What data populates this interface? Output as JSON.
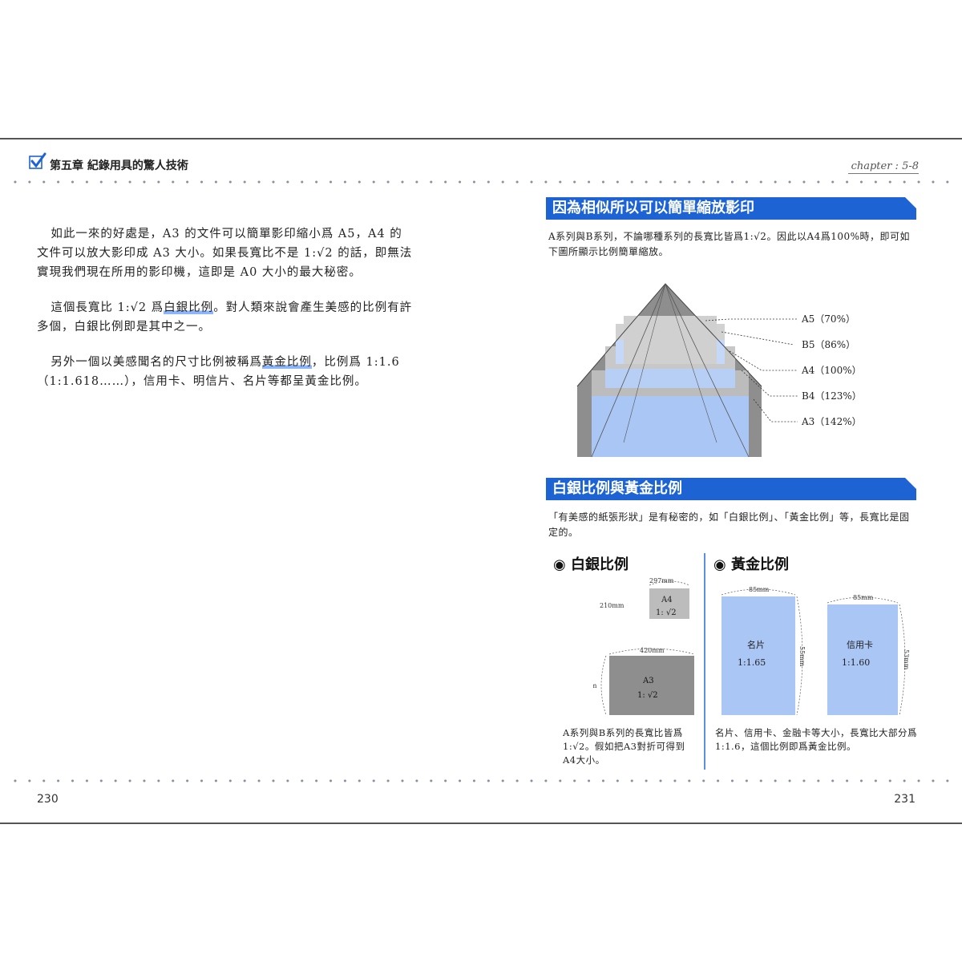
{
  "header": {
    "chapter_title": "第五章 紀錄用具的驚人技術",
    "chapter_number": "chapter : 5-8"
  },
  "left_page": {
    "paragraphs": [
      {
        "before": "如此一來的好處是，A3 的文件可以簡單影印縮小爲 A5，A4 的文件可以放大影印成 A3 大小。如果長寬比不是 1:√2 的話，即無法實現我們現在所用的影印機，這即是 A0 大小的最大秘密。",
        "highlight": "",
        "after": ""
      },
      {
        "before": "這個長寬比 1:√2 爲",
        "highlight": "白銀比例",
        "after": "。對人類來說會產生美感的比例有許多個，白銀比例即是其中之一。"
      },
      {
        "before": "另外一個以美感聞名的尺寸比例被稱爲",
        "highlight": "黃金比例",
        "after": "，比例爲 1:1.6（1:1.618……），信用卡、明信片、名片等都呈黃金比例。"
      }
    ],
    "page_number": "230"
  },
  "right_page": {
    "section1": {
      "title": "因為相似所以可以簡單縮放影印",
      "note": "A系列與B系列，不論哪種系列的長寬比皆爲1:√2。因此以A4爲100%時，即可如下圖所顯示比例簡單縮放。",
      "labels": [
        "A5（70%）",
        "B5（86%）",
        "A4（100%）",
        "B4（123%）",
        "A3（142%）"
      ]
    },
    "section2": {
      "title": "白銀比例與黃金比例",
      "note": "「有美感的紙張形狀」是有秘密的，如「白銀比例」、「黃金比例」等，長寬比是固定的。",
      "silver": {
        "title": "◉ 白銀比例",
        "a4": {
          "name": "A4",
          "ratio": "1: √2",
          "width": "297mm",
          "height": "210mm"
        },
        "a3": {
          "name": "A3",
          "ratio": "1: √2",
          "width": "420mm",
          "height": "297mm"
        },
        "caption": "A系列與B系列的長寬比皆爲1:√2。假如把A3對折可得到A4大小。"
      },
      "gold": {
        "title": "◉ 黃金比例",
        "card1": {
          "name": "名片",
          "ratio": "1:1.65",
          "width": "85mm",
          "height": "55mm"
        },
        "card2": {
          "name": "信用卡",
          "ratio": "1:1.60",
          "width": "85mm",
          "height": "53mm"
        },
        "caption": "名片、信用卡、金融卡等大小，長寬比大部分爲1:1.6，這個比例即爲黃金比例。"
      }
    },
    "page_number": "231"
  },
  "colors": {
    "banner_blue": "#1d63d4",
    "paper_blue": "#a9c6f5",
    "gray_light": "#c8c8c8",
    "gray_dark": "#8e8e8e",
    "highlight_blue": "#8bb6ff"
  }
}
